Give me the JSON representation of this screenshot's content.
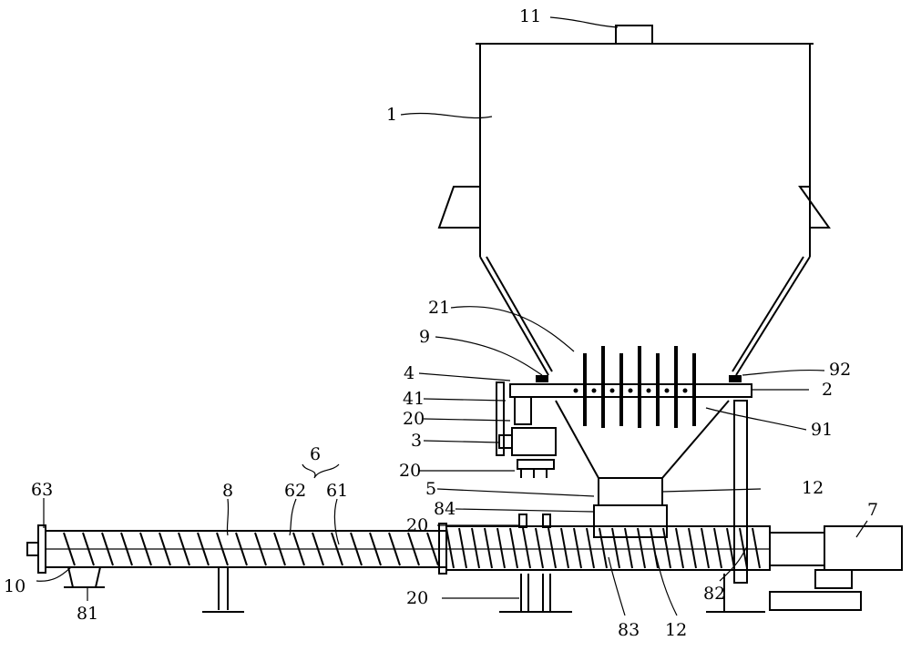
{
  "labels": {
    "l11": "11",
    "l1": "1",
    "l21": "21",
    "l9": "9",
    "l4": "4",
    "l41": "41",
    "l20a": "20",
    "l3": "3",
    "l20b": "20",
    "l5": "5",
    "l84": "84",
    "l20c": "20",
    "l20d": "20",
    "l92": "92",
    "l2": "2",
    "l91": "91",
    "l12a": "12",
    "l7": "7",
    "l12b": "12",
    "l82": "82",
    "l83": "83",
    "l6": "6",
    "l8": "8",
    "l62": "62",
    "l61": "61",
    "l63": "63",
    "l10": "10",
    "l81": "81"
  }
}
